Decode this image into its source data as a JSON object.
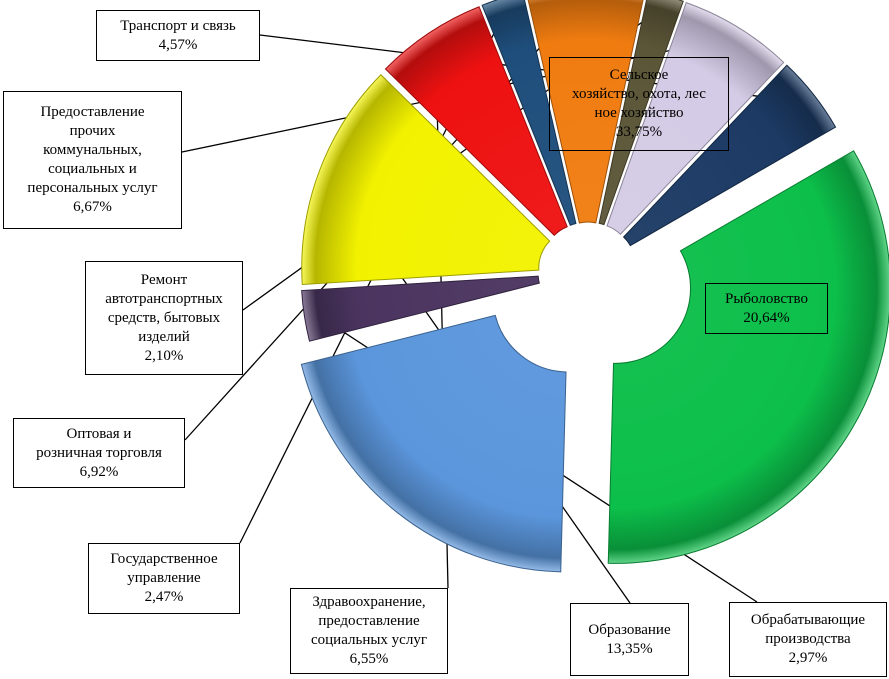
{
  "chart_data": {
    "type": "pie",
    "exploded": true,
    "style": "3d-bevel",
    "slices": [
      {
        "label": "Сельское\nхозяйство, охота, лес\nное хозяйство",
        "value": 33.75,
        "value_label": "33,75%",
        "color": "#0cbf4a"
      },
      {
        "label": "Рыболовство",
        "value": 20.64,
        "value_label": "20,64%",
        "color": "#5b96dc"
      },
      {
        "label": "Обрабатывающие\nпроизводства",
        "value": 2.97,
        "value_label": "2,97%",
        "color": "#4b3560"
      },
      {
        "label": "Образование",
        "value": 13.35,
        "value_label": "13,35%",
        "color": "#f2f200"
      },
      {
        "label": "Здравоохранение,\nпредоставление\nсоциальных услуг",
        "value": 6.55,
        "value_label": "6,55%",
        "color": "#ee1111"
      },
      {
        "label": "Государственное\nуправление",
        "value": 2.47,
        "value_label": "2,47%",
        "color": "#1f4e7c"
      },
      {
        "label": "Оптовая и\nрозничная торговля",
        "value": 6.92,
        "value_label": "6,92%",
        "color": "#f07c10"
      },
      {
        "label": "Ремонт\nавтотранспортных\nсредств, бытовых\nизделий",
        "value": 2.1,
        "value_label": "2,10%",
        "color": "#5c5638"
      },
      {
        "label": "Предоставление\nпрочих\nкоммунальных,\nсоциальных и\nперсональных услуг",
        "value": 6.67,
        "value_label": "6,67%",
        "color": "#d4cbe6"
      },
      {
        "label": "Транспорт и связь",
        "value": 4.57,
        "value_label": "4,57%",
        "color": "#1c3a64"
      }
    ]
  }
}
